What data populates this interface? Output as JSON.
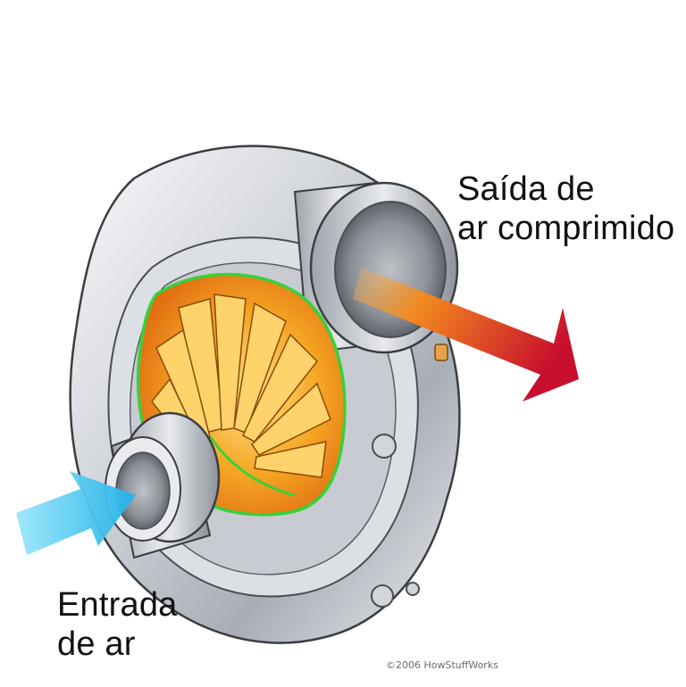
{
  "labels": {
    "outlet": [
      "Saída de",
      "ar comprimido"
    ],
    "inlet": [
      "Entrada",
      "de ar"
    ]
  },
  "copyright": "©2006 HowStuffWorks",
  "colors": {
    "inlet_arrow": "#3fc6f0",
    "outlet_arrow_start": "#f28a1e",
    "outlet_arrow_end": "#c8102e",
    "impeller": "#f5a623",
    "impeller_outline": "#37d13a",
    "housing": "#c9ccd1"
  },
  "icons": {
    "inlet_arrow": "arrow-right-icon",
    "outlet_arrow": "arrow-down-right-icon"
  }
}
